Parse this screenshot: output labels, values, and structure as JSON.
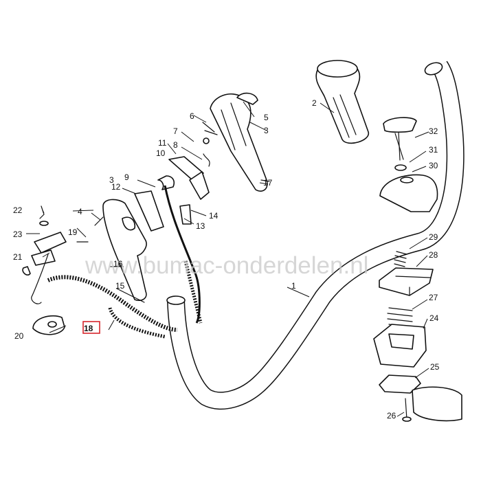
{
  "watermark": "www.bumac-onderdelen.nl",
  "highlighted_part": "18",
  "highlight_color": "#d6242b",
  "callouts": [
    "1",
    "2",
    "3",
    "3",
    "4",
    "5",
    "6",
    "7",
    "8",
    "9",
    "10",
    "11",
    "12",
    "13",
    "14",
    "15",
    "16",
    "17",
    "18",
    "19",
    "20",
    "21",
    "22",
    "23",
    "24",
    "25",
    "26",
    "27",
    "28",
    "29",
    "30",
    "31",
    "32"
  ]
}
